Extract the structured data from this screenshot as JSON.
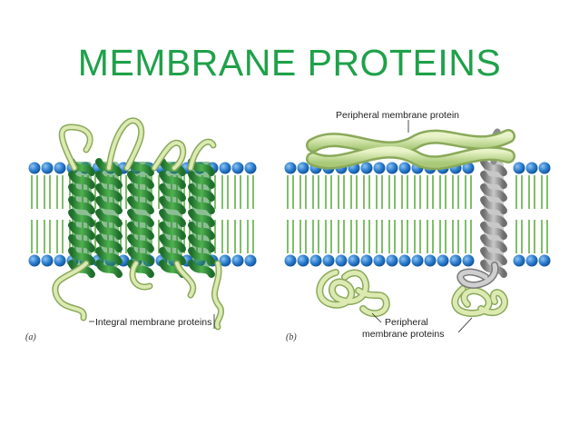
{
  "title": "MEMBRANE PROTEINS",
  "panel_a": {
    "letter": "(a)",
    "label": "Integral membrane proteins"
  },
  "panel_b": {
    "letter": "(b)",
    "label_top": "Peripheral membrane protein",
    "label_bottom_line1": "Peripheral",
    "label_bottom_line2": "membrane proteins"
  },
  "colors": {
    "title": "#1fa14a",
    "lipid_head": "#1f6fbf",
    "lipid_tail": "#7fbf6a",
    "helix_dark": "#2b8a3a",
    "helix_light": "#5cb85c",
    "loop": "#d6e6a8",
    "peripheral": "#cfe3a0",
    "gray_helix": "#9a9a9a"
  }
}
